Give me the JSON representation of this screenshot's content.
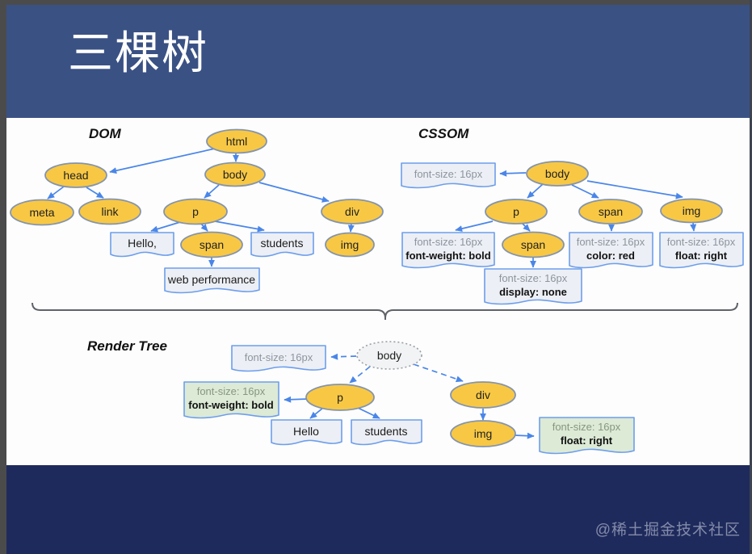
{
  "header": {
    "title": "三棵树",
    "bg_color": "#3A5184"
  },
  "footer": {
    "watermark": "@稀土掘金技术社区",
    "bg_color": "#1F2A5C"
  },
  "dom": {
    "label": "DOM",
    "nodes": {
      "html": "html",
      "head": "head",
      "body": "body",
      "meta": "meta",
      "link": "link",
      "p": "p",
      "div": "div",
      "span": "span",
      "img": "img"
    },
    "text_nodes": {
      "hello": "Hello,",
      "students": "students",
      "webperf": "web performance"
    },
    "edges": [
      [
        "html",
        "head"
      ],
      [
        "html",
        "body"
      ],
      [
        "head",
        "meta"
      ],
      [
        "head",
        "link"
      ],
      [
        "body",
        "p"
      ],
      [
        "body",
        "div"
      ],
      [
        "p",
        "Hello,"
      ],
      [
        "p",
        "span"
      ],
      [
        "p",
        "students"
      ],
      [
        "span",
        "web performance"
      ],
      [
        "div",
        "img"
      ]
    ]
  },
  "cssom": {
    "label": "CSSOM",
    "nodes": {
      "body": "body",
      "p": "p",
      "span": "span",
      "img": "img",
      "span_nested": "span"
    },
    "rules": {
      "body": [
        "font-size: 16px"
      ],
      "p": [
        "font-size: 16px",
        "font-weight: bold"
      ],
      "span": [
        "font-size: 16px",
        "color: red"
      ],
      "img": [
        "font-size: 16px",
        "float: right"
      ],
      "span_nested": [
        "font-size: 16px",
        "display: none"
      ]
    },
    "edges": [
      [
        "body",
        "p"
      ],
      [
        "body",
        "span"
      ],
      [
        "body",
        "img"
      ],
      [
        "p",
        "span"
      ]
    ]
  },
  "render_tree": {
    "label": "Render Tree",
    "nodes": {
      "body": "body",
      "p": "p",
      "div": "div",
      "img": "img"
    },
    "text_nodes": {
      "hello": "Hello",
      "students": "students"
    },
    "rules": {
      "body": [
        "font-size: 16px"
      ],
      "p": [
        "font-size: 16px",
        "font-weight: bold"
      ],
      "img": [
        "font-size: 16px",
        "float: right"
      ]
    },
    "edges": [
      [
        "body",
        "p"
      ],
      [
        "body",
        "div"
      ],
      [
        "p",
        "Hello"
      ],
      [
        "p",
        "students"
      ],
      [
        "div",
        "img"
      ]
    ]
  },
  "colors": {
    "node_fill": "#F8C844",
    "node_border": "#8494AC",
    "arrow_blue": "#4A86E8",
    "box_fill": "#ECEFF5",
    "box_border": "#6D9EEB",
    "green_box_fill": "#DCEAD6",
    "muted_text": "#8E959E"
  }
}
